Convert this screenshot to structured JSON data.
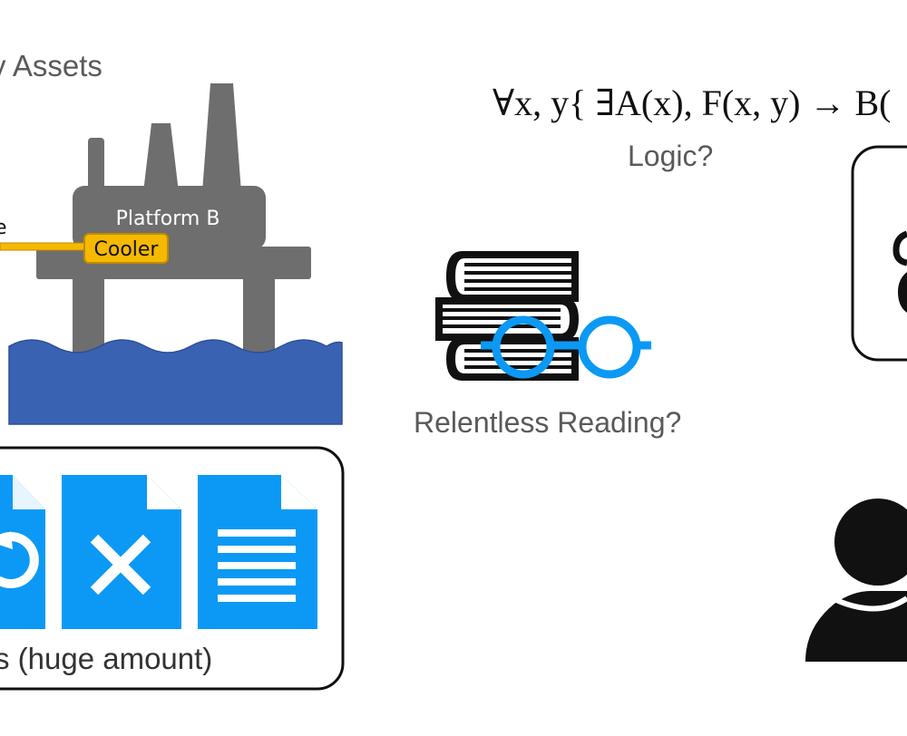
{
  "assets": {
    "title": "y Assets",
    "platform_label": "Platform B",
    "cooler_label": "Cooler",
    "edge_label": "e"
  },
  "documents": {
    "caption": "s (huge amount)",
    "icons": [
      "file-cycle-icon",
      "file-x-icon",
      "file-text-icon"
    ]
  },
  "logic": {
    "formula": "∀x, y{ ∃A(x), F(x, y) → B(",
    "caption": "Logic?"
  },
  "reading": {
    "caption": "Relentless Reading?"
  },
  "colors": {
    "platform": "#6e6e6e",
    "sea": "#3a62b3",
    "cooler_fill": "#f5b900",
    "cooler_stroke": "#c08a00",
    "document": "#0b99f5",
    "glasses": "#0b99f5",
    "text_gray": "#5a5a5a"
  }
}
